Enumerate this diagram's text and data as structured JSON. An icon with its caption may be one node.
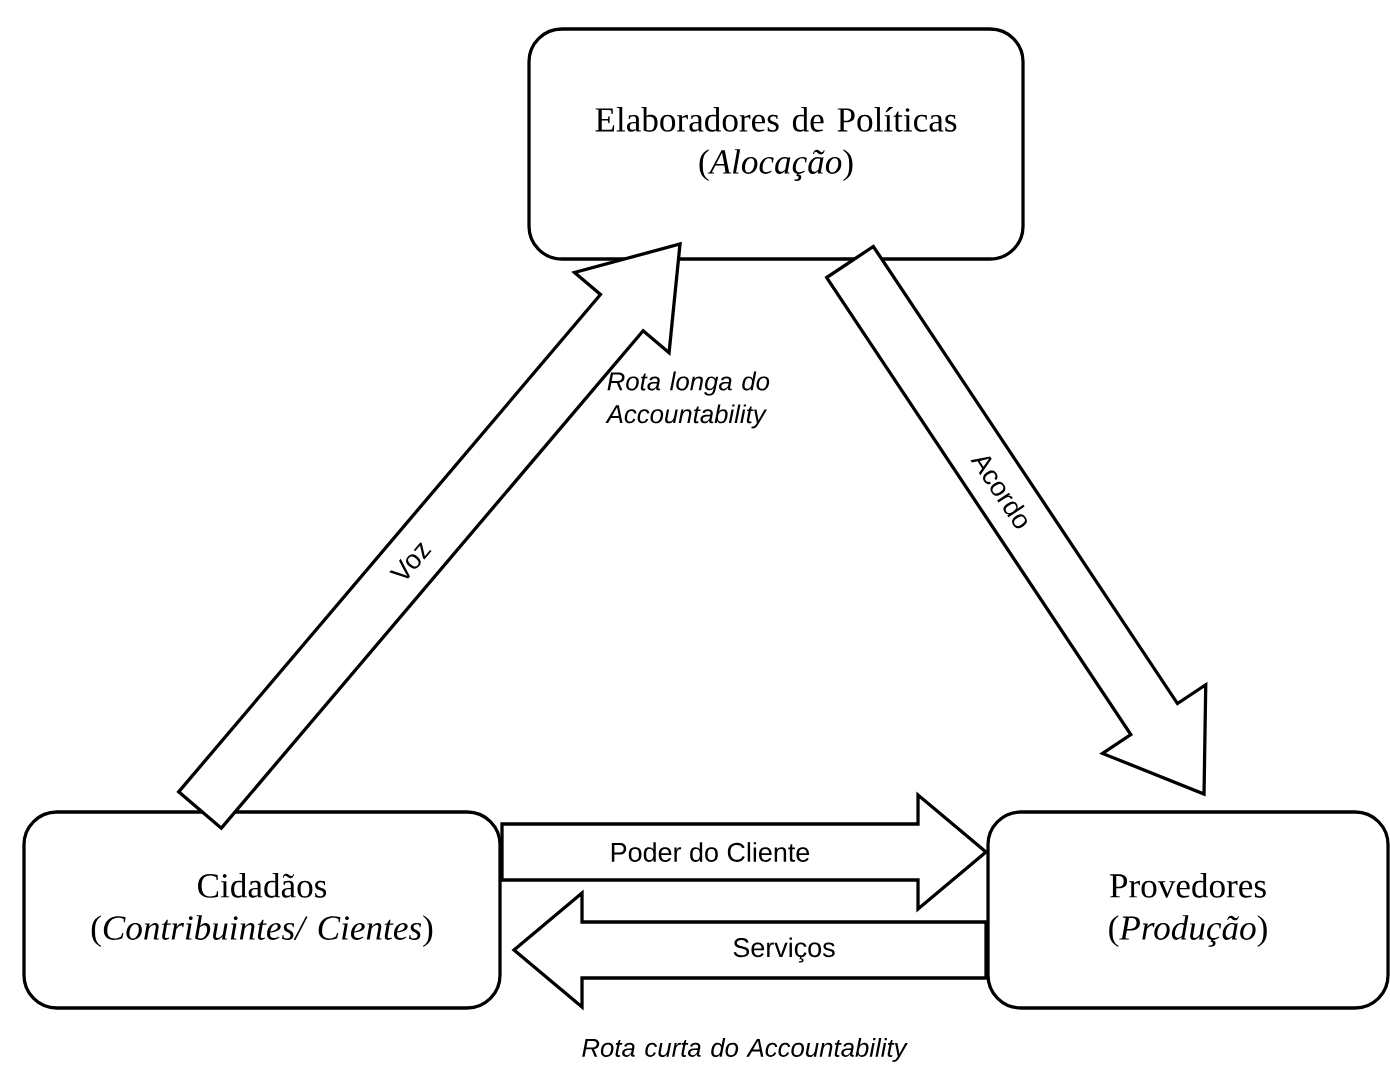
{
  "diagram": {
    "nodes": [
      {
        "text": [
          "Elaboradores de Políticas",
          "(*Alocação*)"
        ]
      },
      {
        "text": [
          "Cidadãos",
          "(*Contribuintes/ Cientes*)"
        ]
      },
      {
        "text": [
          "Provedores",
          "(*Produção*)"
        ]
      }
    ],
    "edges": [
      {
        "from": 1,
        "to": 0,
        "arrow": "to",
        "label": "Voz"
      },
      {
        "from": 0,
        "to": 2,
        "arrow": "to",
        "label": "Acordo"
      },
      {
        "from": 1,
        "to": 2,
        "arrow": "to",
        "label": "Poder do Cliente"
      },
      {
        "from": 2,
        "to": 1,
        "arrow": "to",
        "label": "Serviços"
      }
    ],
    "labels": [
      "Rota longa do Accountability",
      "Rota curta do Accountability"
    ]
  }
}
